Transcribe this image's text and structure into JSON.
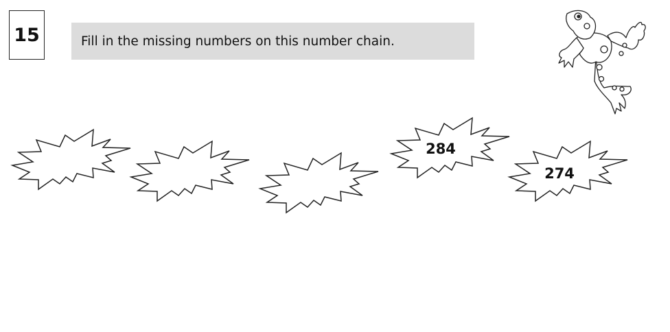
{
  "question": {
    "number": "15",
    "instruction": "Fill in the missing numbers on this number chain."
  },
  "chain": [
    {
      "value": ""
    },
    {
      "value": ""
    },
    {
      "value": ""
    },
    {
      "value": "284"
    },
    {
      "value": "274"
    }
  ],
  "illustration": "frog"
}
